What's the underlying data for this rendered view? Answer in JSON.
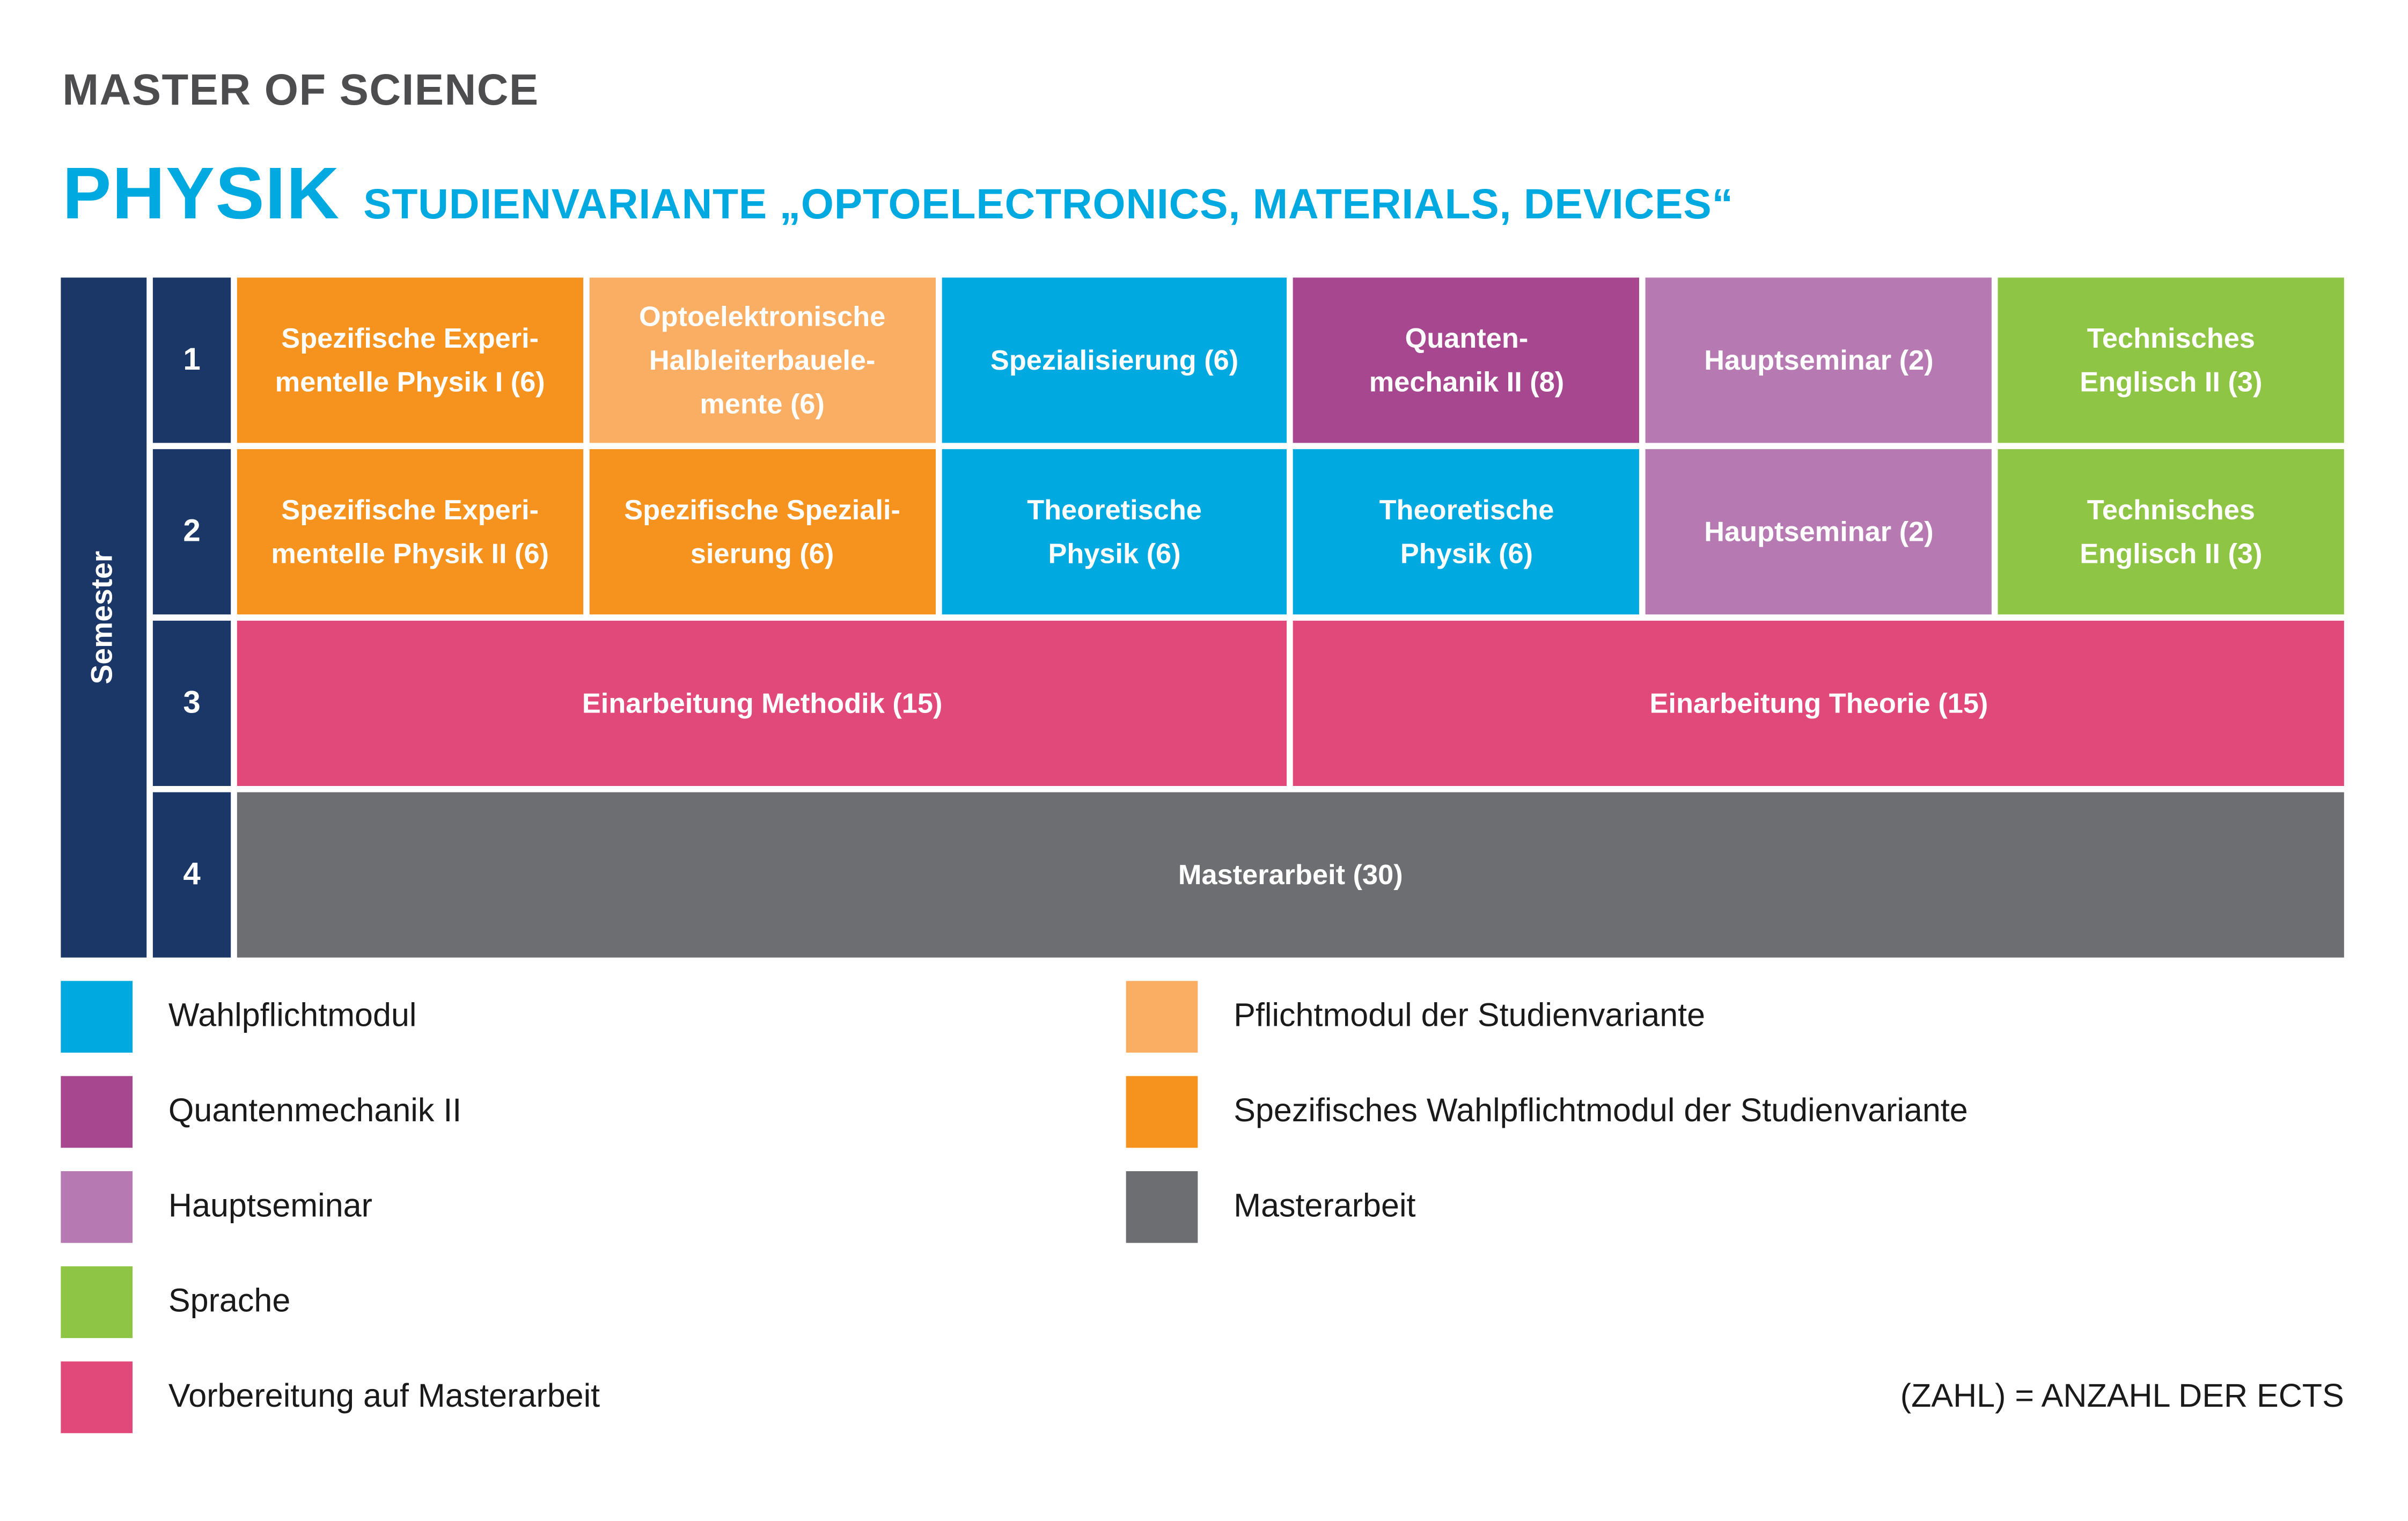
{
  "header": {
    "eyebrow": "MASTER OF SCIENCE",
    "title": "PHYSIK",
    "subtitle": "STUDIENVARIANTE „OPTOELECTRONICS, MATERIALS, DEVICES“"
  },
  "colors": {
    "navy": "#1B3768",
    "cyan": "#00A9E0",
    "orange": "#F6921E",
    "light_orange": "#F9AE63",
    "purple": "#A6478F",
    "mauve": "#B679B2",
    "green": "#8EC544",
    "pink": "#E1497B",
    "gray": "#6D6E71",
    "eyebrow_text": "#4D4D4F"
  },
  "table": {
    "axis_label": "Semester",
    "rows": [
      {
        "semester": "1",
        "cells": [
          {
            "label": "Spezifische Experi-\nmentelle Physik I (6)",
            "color": "orange"
          },
          {
            "label": "Optoelektronische\nHalbleiterbauele-\nmente (6)",
            "color": "light_orange"
          },
          {
            "label": "Spezialisierung (6)",
            "color": "cyan"
          },
          {
            "label": "Quanten-\nmechanik II (8)",
            "color": "purple"
          },
          {
            "label": "Hauptseminar (2)",
            "color": "mauve"
          },
          {
            "label": "Technisches\nEnglisch II (3)",
            "color": "green"
          }
        ]
      },
      {
        "semester": "2",
        "cells": [
          {
            "label": "Spezifische Experi-\nmentelle Physik II (6)",
            "color": "orange"
          },
          {
            "label": "Spezifische Speziali-\nsierung (6)",
            "color": "orange"
          },
          {
            "label": "Theoretische\nPhysik (6)",
            "color": "cyan"
          },
          {
            "label": "Theoretische\nPhysik (6)",
            "color": "cyan"
          },
          {
            "label": "Hauptseminar (2)",
            "color": "mauve"
          },
          {
            "label": "Technisches\nEnglisch II (3)",
            "color": "green"
          }
        ]
      },
      {
        "semester": "3",
        "cells": [
          {
            "label": "Einarbeitung Methodik (15)",
            "color": "pink"
          },
          {
            "label": "Einarbeitung Theorie (15)",
            "color": "pink"
          }
        ]
      },
      {
        "semester": "4",
        "cells": [
          {
            "label": "Masterarbeit (30)",
            "color": "gray"
          }
        ]
      }
    ]
  },
  "legend": {
    "left": [
      {
        "label": "Wahlpflichtmodul",
        "color": "cyan"
      },
      {
        "label": "Quantenmechanik II",
        "color": "purple"
      },
      {
        "label": "Hauptseminar",
        "color": "mauve"
      },
      {
        "label": "Sprache",
        "color": "green"
      },
      {
        "label": "Vorbereitung auf Masterarbeit",
        "color": "pink"
      }
    ],
    "right": [
      {
        "label": "Pflichtmodul der Studienvariante",
        "color": "light_orange"
      },
      {
        "label": "Spezifisches Wahlpflichtmodul der Studienvariante",
        "color": "orange"
      },
      {
        "label": "Masterarbeit",
        "color": "gray"
      }
    ]
  },
  "footnote": "(ZAHL) = ANZAHL DER ECTS"
}
